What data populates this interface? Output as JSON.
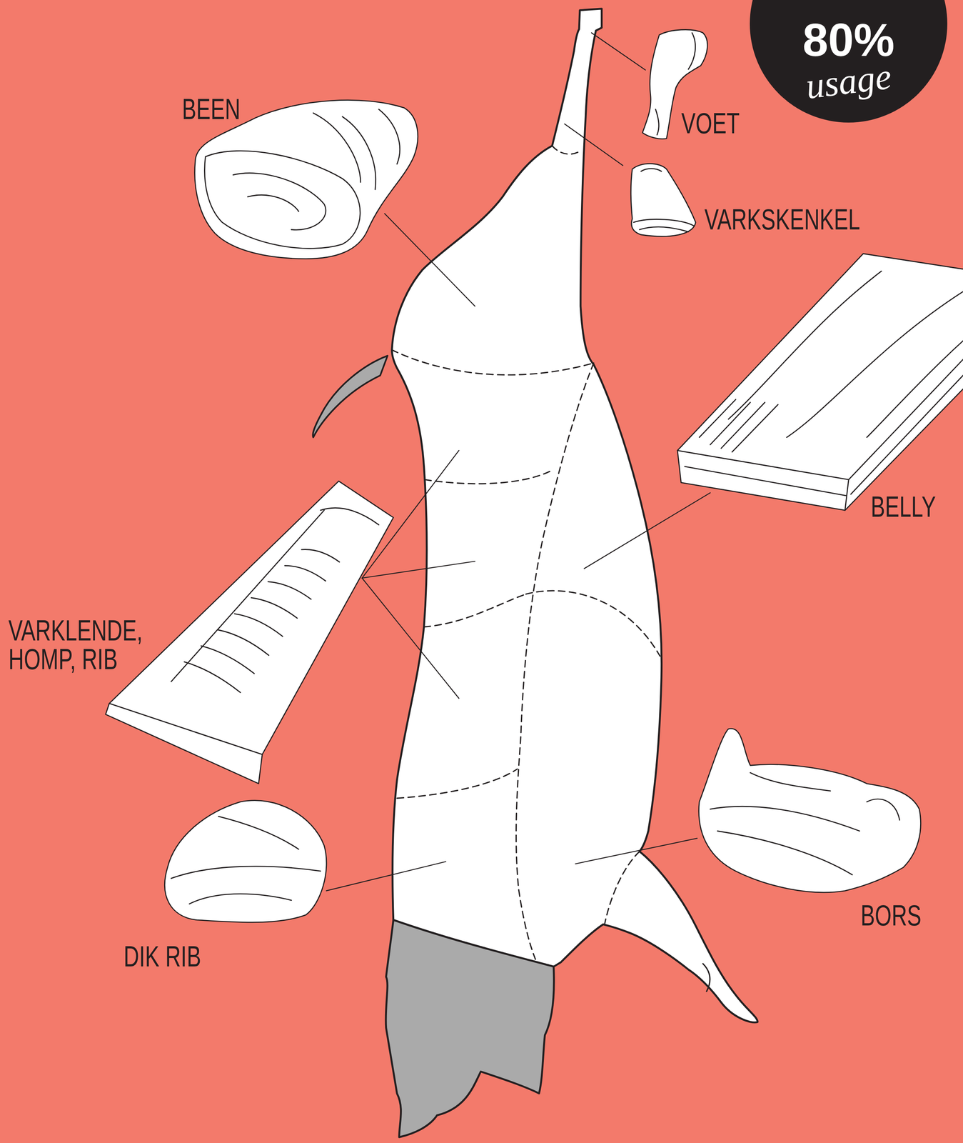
{
  "diagram": {
    "nodes": [
      {
        "text": [
          "80%",
          "usage"
        ]
      }
    ],
    "labels": [
      "BEEN",
      "VOET",
      "VARKSKENKEL",
      "BELLY",
      "VARKLENDE, HOMP, RIB",
      "BORS",
      "DIK RIB"
    ]
  }
}
